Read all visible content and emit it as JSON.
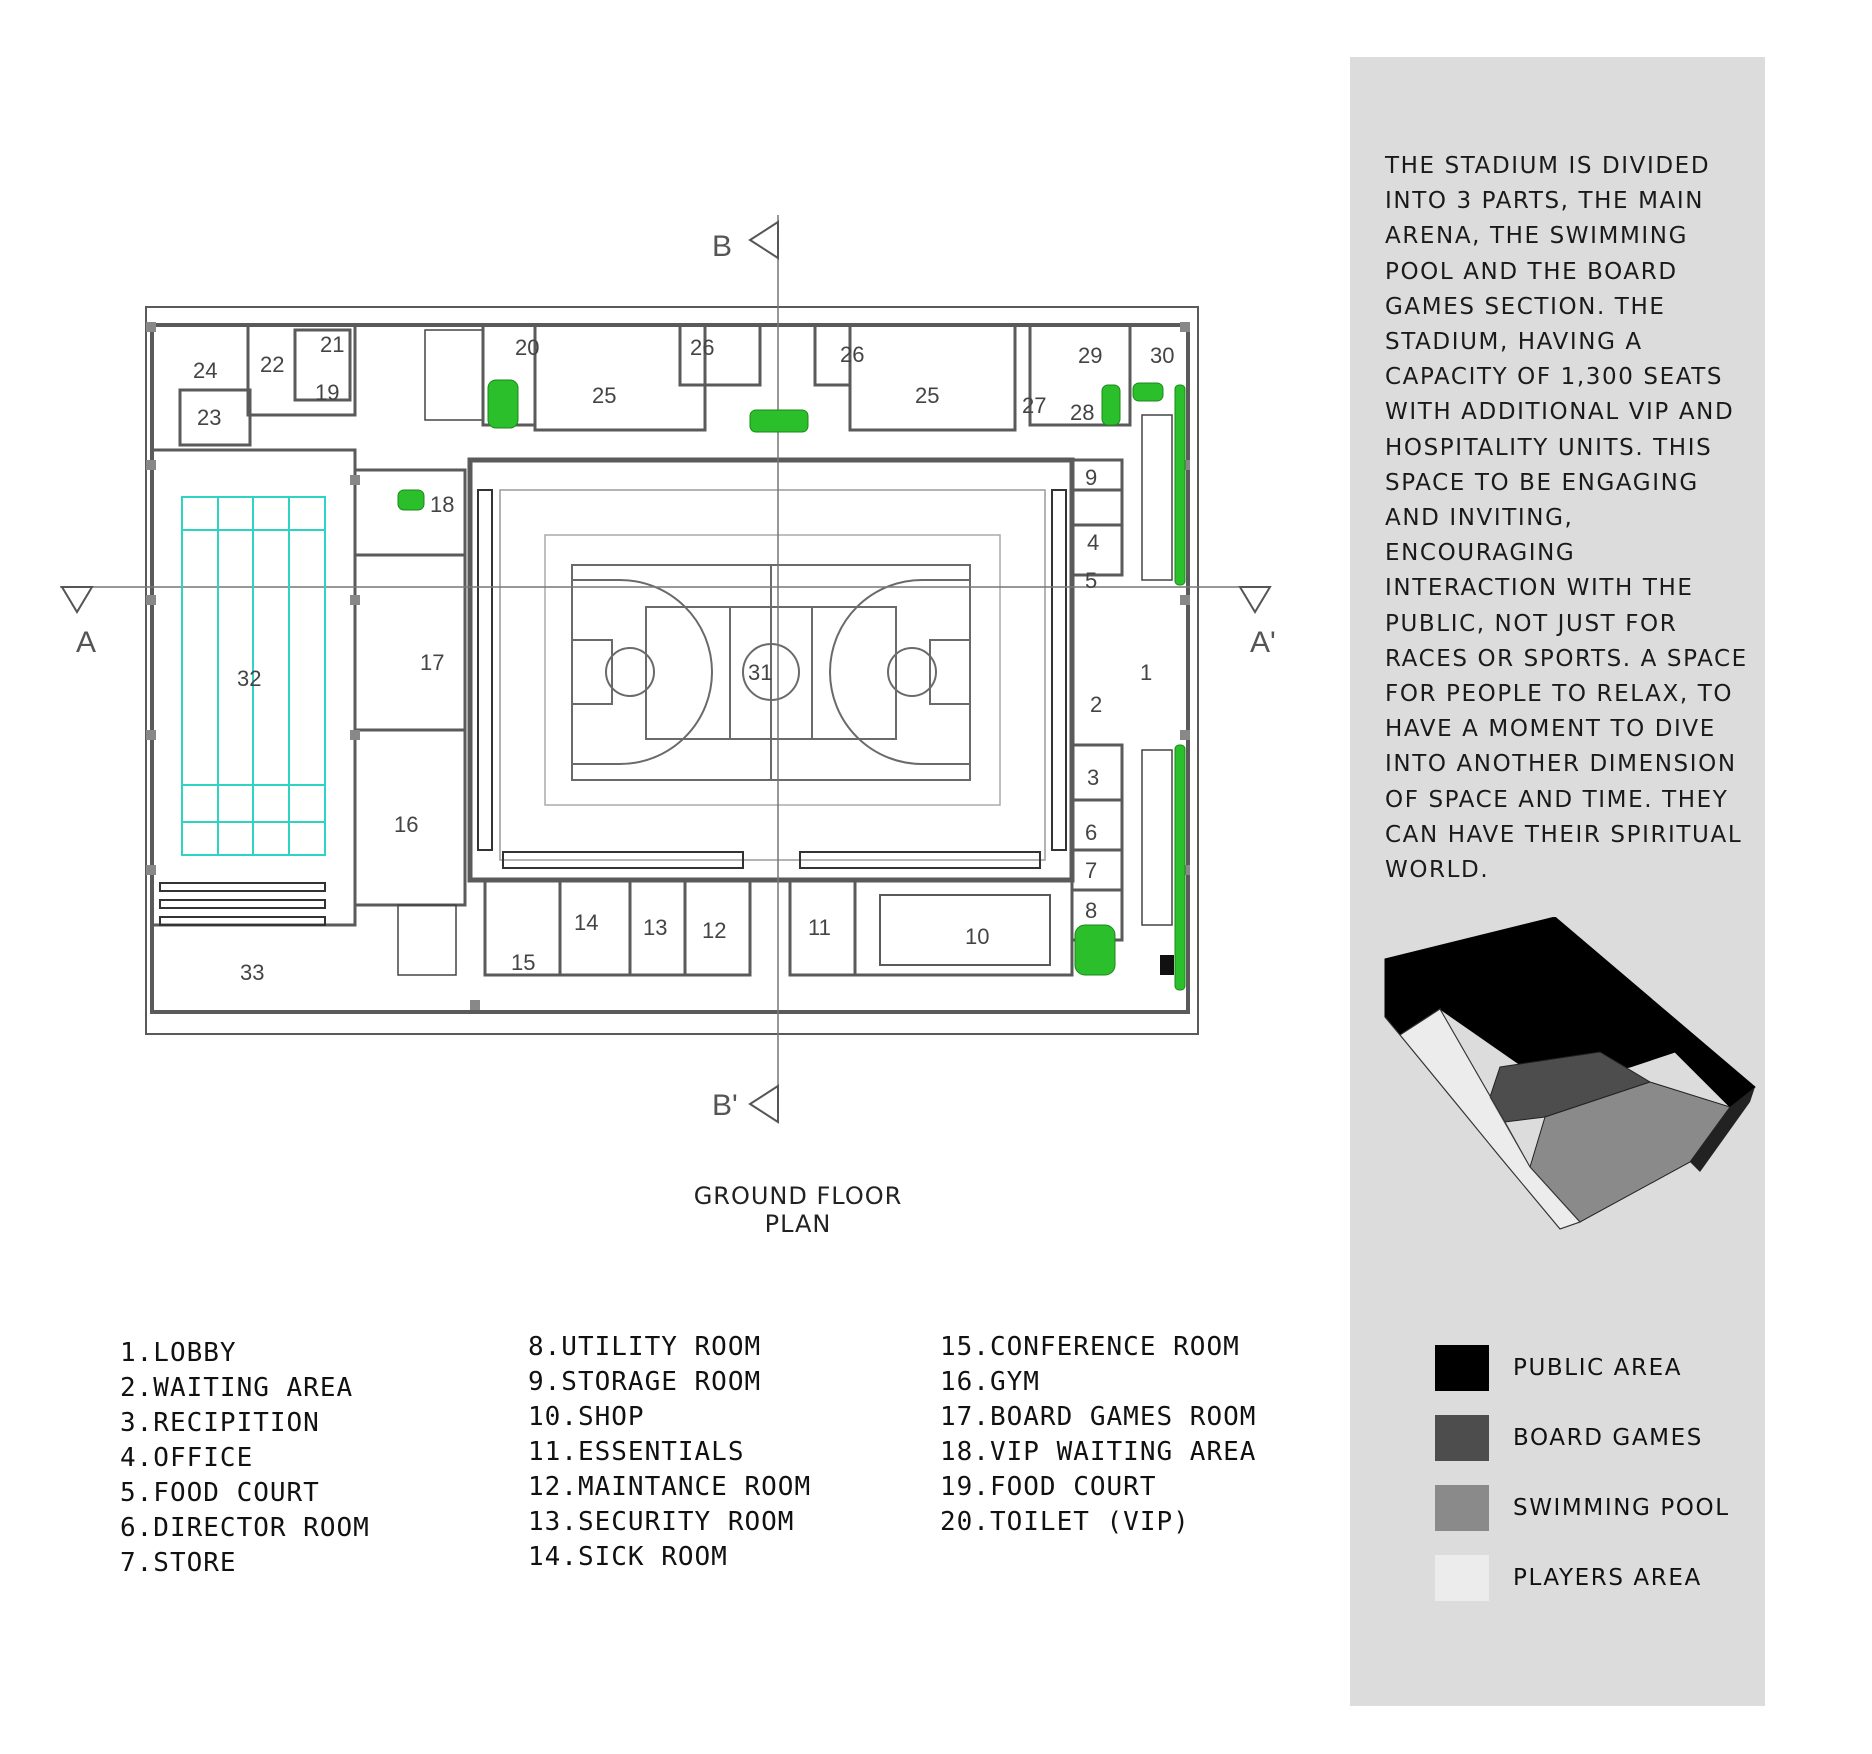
{
  "plan": {
    "section_labels": {
      "a": "A",
      "a_prime": "A'",
      "b": "B",
      "b_prime": "B'"
    },
    "room_numbers": {
      "r1": "1",
      "r2": "2",
      "r3": "3",
      "r4": "4",
      "r5": "5",
      "r6": "6",
      "r7": "7",
      "r8": "8",
      "r9": "9",
      "r10": "10",
      "r11": "11",
      "r12": "12",
      "r13": "13",
      "r14": "14",
      "r15": "15",
      "r16": "16",
      "r17": "17",
      "r18": "18",
      "r19": "19",
      "r20": "20",
      "r21": "21",
      "r22": "22",
      "r23": "23",
      "r24": "24",
      "r25a": "25",
      "r25b": "25",
      "r26a": "26",
      "r26b": "26",
      "r27": "27",
      "r28": "28",
      "r29": "29",
      "r30": "30",
      "r31": "31",
      "r32": "32",
      "r33": "33"
    },
    "caption": "GROUND FLOOR PLAN",
    "colors": {
      "walls": "#5a5a5a",
      "pool": "#2fd3c4",
      "planting": "#2bbf2b"
    }
  },
  "legend": {
    "col1": [
      "1.LOBBY",
      "2.WAITING AREA",
      "3.RECIPITION",
      "4.OFFICE",
      "5.FOOD COURT",
      "6.DIRECTOR ROOM",
      "7.STORE"
    ],
    "col2": [
      "8.UTILITY ROOM",
      "9.STORAGE ROOM",
      "10.SHOP",
      "11.ESSENTIALS",
      "12.MAINTANCE ROOM",
      "13.SECURITY ROOM",
      "14.SICK ROOM"
    ],
    "col3": [
      "15.CONFERENCE ROOM",
      "16.GYM",
      "17.BOARD GAMES ROOM",
      "18.VIP WAITING AREA",
      "19.FOOD COURT",
      "20.TOILET (VIP)"
    ]
  },
  "side_panel": {
    "description": "THE STADIUM IS DIVIDED INTO 3 PARTS, THE MAIN ARENA, THE SWIMMING POOL AND THE BOARD GAMES SECTION. THE STADIUM, HAVING A CAPACITY OF 1,300 SEATS WITH ADDITIONAL VIP AND HOSPITALITY UNITS. THIS SPACE TO BE ENGAGING AND INVITING, ENCOURAGING INTERACTION WITH THE PUBLIC, NOT JUST FOR RACES OR SPORTS. A SPACE FOR PEOPLE TO RELAX, TO HAVE A MOMENT TO DIVE INTO ANOTHER DIMENSION OF SPACE AND TIME. THEY CAN HAVE THEIR SPIRITUAL WORLD.",
    "key": [
      {
        "label": "PUBLIC AREA",
        "color": "#000000"
      },
      {
        "label": "BOARD GAMES",
        "color": "#4d4d4d"
      },
      {
        "label": "SWIMMING POOL",
        "color": "#8a8a8a"
      },
      {
        "label": "PLAYERS AREA",
        "color": "#ececec"
      }
    ]
  }
}
